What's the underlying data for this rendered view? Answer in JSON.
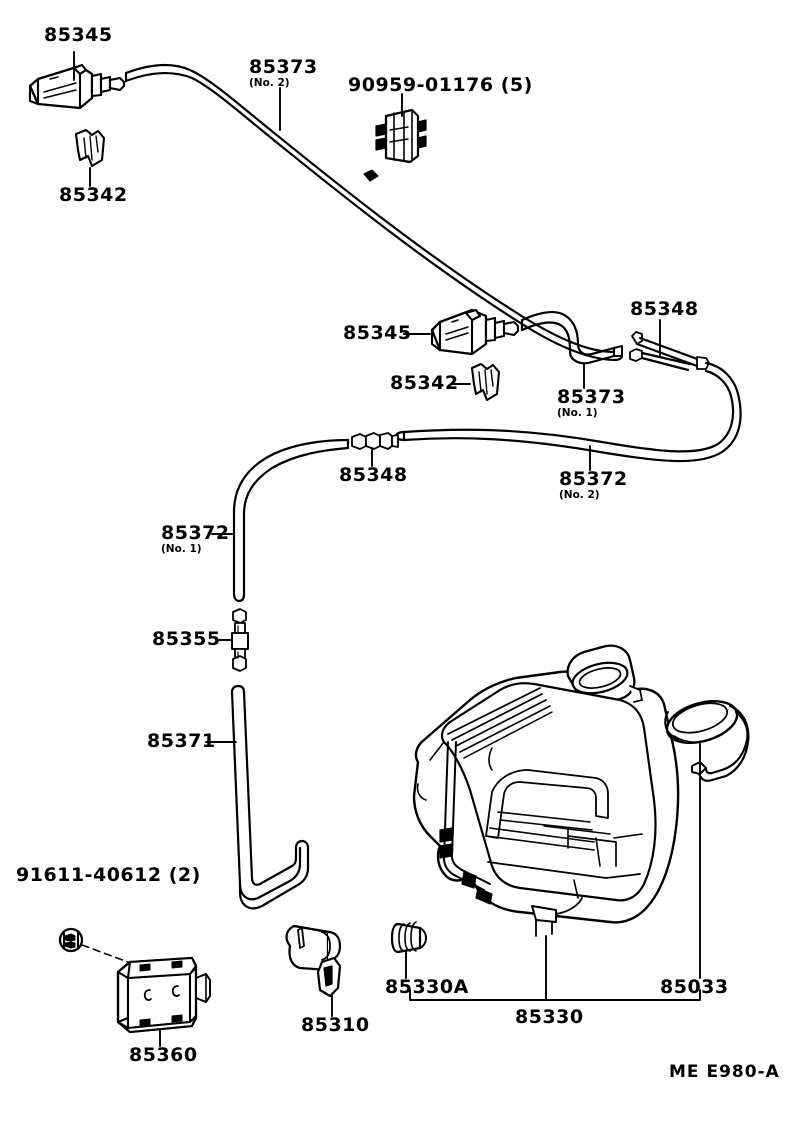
{
  "diagram": {
    "title": "Windshield Washer System Parts Diagram",
    "footer_code": "ME  E980-A",
    "line_color": "#000000",
    "background": "#ffffff"
  },
  "labels": {
    "nozzle_upper": {
      "number": "85345",
      "sub": ""
    },
    "clip_upper": {
      "number": "85342",
      "sub": ""
    },
    "hose_no2_upper": {
      "number": "85373",
      "sub": "(No. 2)"
    },
    "clamp_set": {
      "number": "90959-01176 (5)",
      "sub": ""
    },
    "nozzle_mid": {
      "number": "85345",
      "sub": ""
    },
    "clip_mid": {
      "number": "85342",
      "sub": ""
    },
    "hose_no1_mid": {
      "number": "85373",
      "sub": "(No. 1)"
    },
    "joint_upper": {
      "number": "85348",
      "sub": ""
    },
    "joint_lower": {
      "number": "85348",
      "sub": ""
    },
    "hose_no2_lower": {
      "number": "85372",
      "sub": "(No. 2)"
    },
    "hose_no1_lower": {
      "number": "85372",
      "sub": "(No. 1)"
    },
    "check_valve": {
      "number": "85355",
      "sub": ""
    },
    "hose_pump": {
      "number": "85371",
      "sub": ""
    },
    "bolt": {
      "number": "91611-40612 (2)",
      "sub": ""
    },
    "bracket": {
      "number": "85360",
      "sub": ""
    },
    "motor_pump": {
      "number": "85310",
      "sub": ""
    },
    "grommet": {
      "number": "85330A",
      "sub": ""
    },
    "tank_assy": {
      "number": "85330",
      "sub": ""
    },
    "cap": {
      "number": "85033",
      "sub": ""
    }
  }
}
